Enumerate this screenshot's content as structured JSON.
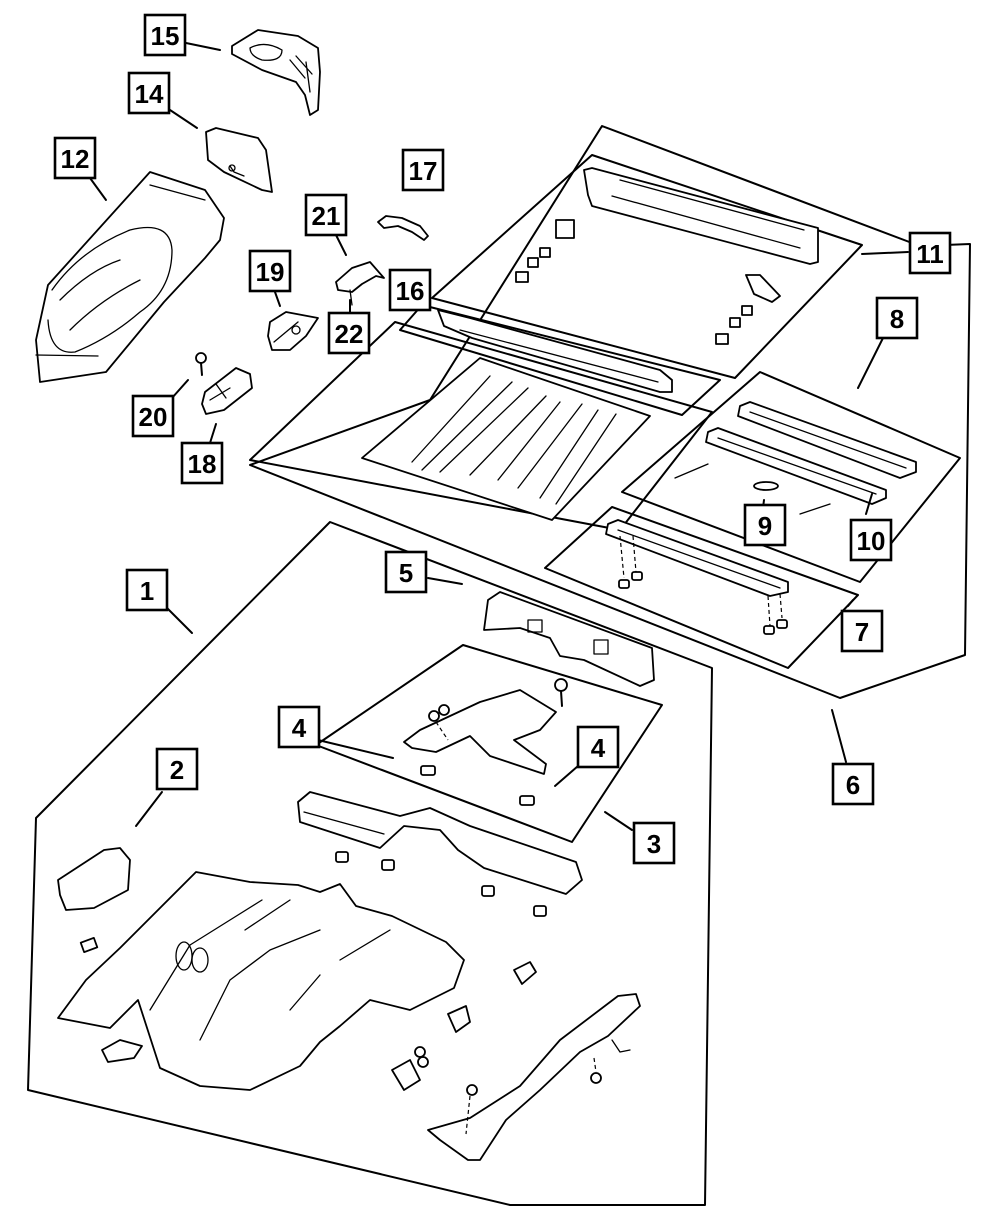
{
  "diagram": {
    "title": "Floor Pan Assembly Exploded View",
    "callouts": [
      {
        "id": "1",
        "label": "1"
      },
      {
        "id": "2",
        "label": "2"
      },
      {
        "id": "3",
        "label": "3"
      },
      {
        "id": "4a",
        "label": "4"
      },
      {
        "id": "4b",
        "label": "4"
      },
      {
        "id": "5",
        "label": "5"
      },
      {
        "id": "6",
        "label": "6"
      },
      {
        "id": "7",
        "label": "7"
      },
      {
        "id": "8",
        "label": "8"
      },
      {
        "id": "9",
        "label": "9"
      },
      {
        "id": "10",
        "label": "10"
      },
      {
        "id": "11",
        "label": "11"
      },
      {
        "id": "12",
        "label": "12"
      },
      {
        "id": "14",
        "label": "14"
      },
      {
        "id": "15",
        "label": "15"
      },
      {
        "id": "16",
        "label": "16"
      },
      {
        "id": "17",
        "label": "17"
      },
      {
        "id": "18",
        "label": "18"
      },
      {
        "id": "19",
        "label": "19"
      },
      {
        "id": "20",
        "label": "20"
      },
      {
        "id": "21",
        "label": "21"
      },
      {
        "id": "22",
        "label": "22"
      }
    ],
    "colors": {
      "line": "#000000",
      "background": "#ffffff"
    }
  }
}
